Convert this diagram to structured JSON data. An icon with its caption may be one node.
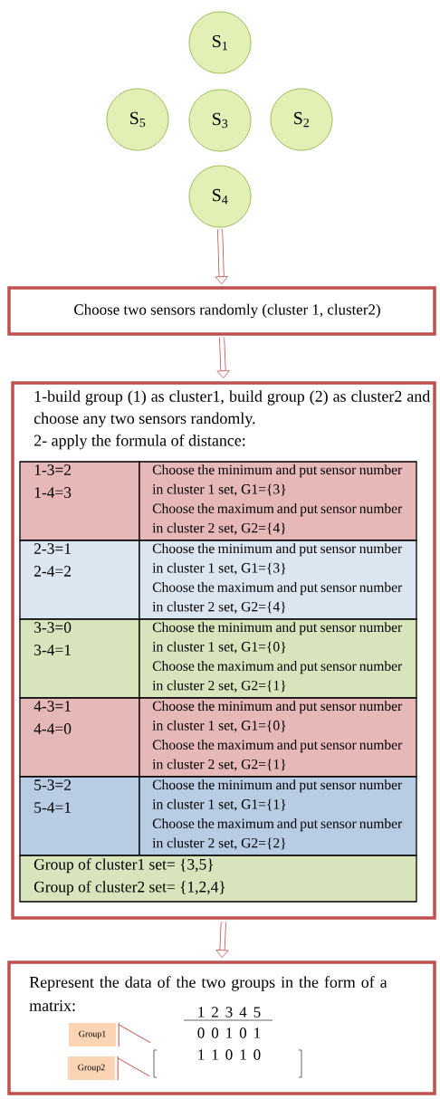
{
  "diagram": {
    "nodes": [
      {
        "text": [
          "S$_{1}$"
        ]
      },
      {
        "text": [
          "S$_{5}$"
        ]
      },
      {
        "text": [
          "S$_{3}$"
        ]
      },
      {
        "text": [
          "S$_{2}$"
        ]
      },
      {
        "text": [
          "S$_{4}$"
        ]
      },
      {
        "text": [
          "Choose two sensors randomly (cluster 1, cluster2)"
        ]
      },
      {
        "text": [
          "1-build group (1) as cluster1, build group (2) as cluster2 and choose any two sensors randomly.",
          "2- apply the formula of distance:"
        ]
      },
      {
        "text": [
          "1-3=2",
          "1-4=3"
        ],
        "in": 6
      },
      {
        "text": [
          "Choose the minimum and put sensor number in cluster 1 set, G1={3}",
          "Choose the maximum and put sensor number in cluster 2 set, G2={4}"
        ],
        "in": 6
      },
      {
        "text": [
          "2-3=1",
          "2-4=2"
        ],
        "in": 6
      },
      {
        "text": [
          "Choose the minimum and put sensor number in cluster 1 set, G1={3}",
          "Choose the maximum and put sensor number in cluster 2 set, G2={4}"
        ],
        "in": 6
      },
      {
        "text": [
          "3-3=0",
          "3-4=1"
        ],
        "in": 6
      },
      {
        "text": [
          "Choose the minimum and put sensor number in cluster 1 set, G1={0}",
          "Choose the maximum and put sensor number in cluster 2 set, G2={1}"
        ],
        "in": 6
      },
      {
        "text": [
          "4-3=1",
          "4-4=0"
        ],
        "in": 6
      },
      {
        "text": [
          "Choose the minimum and put sensor number in cluster 1 set, G1={0}",
          "Choose the maximum and put sensor number in cluster 2 set, G2={1}"
        ],
        "in": 6
      },
      {
        "text": [
          "5-3=2",
          "5-4=1"
        ],
        "in": 6
      },
      {
        "text": [
          "Choose the minimum and put sensor number in cluster 1 set, G1={1}",
          "Choose the maximum and put sensor number in cluster 2 set, G2={2}"
        ],
        "in": 6
      },
      {
        "text": [
          "Group of cluster1 set= {3,5}",
          "Group of cluster2 set= {1,2,4}"
        ],
        "in": 6
      },
      {
        "text": [
          "Represent the data of the two groups in the form of a matrix:"
        ]
      },
      {
        "text": [
          "Group1"
        ],
        "in": 18
      },
      {
        "text": [
          "Group2"
        ],
        "in": 18
      }
    ],
    "edges": [
      {
        "from": 4,
        "to": 5,
        "arrow": "to"
      },
      {
        "from": 5,
        "to": 6,
        "arrow": "to"
      },
      {
        "from": 6,
        "to": 18,
        "arrow": "to"
      },
      {
        "from": 19,
        "to": null,
        "arrow": "none"
      },
      {
        "from": 20,
        "to": null,
        "arrow": "none"
      }
    ],
    "labels": [
      "1 2 3 4 5",
      "0 0 1 0 1",
      "1 1 0 1 0"
    ]
  }
}
